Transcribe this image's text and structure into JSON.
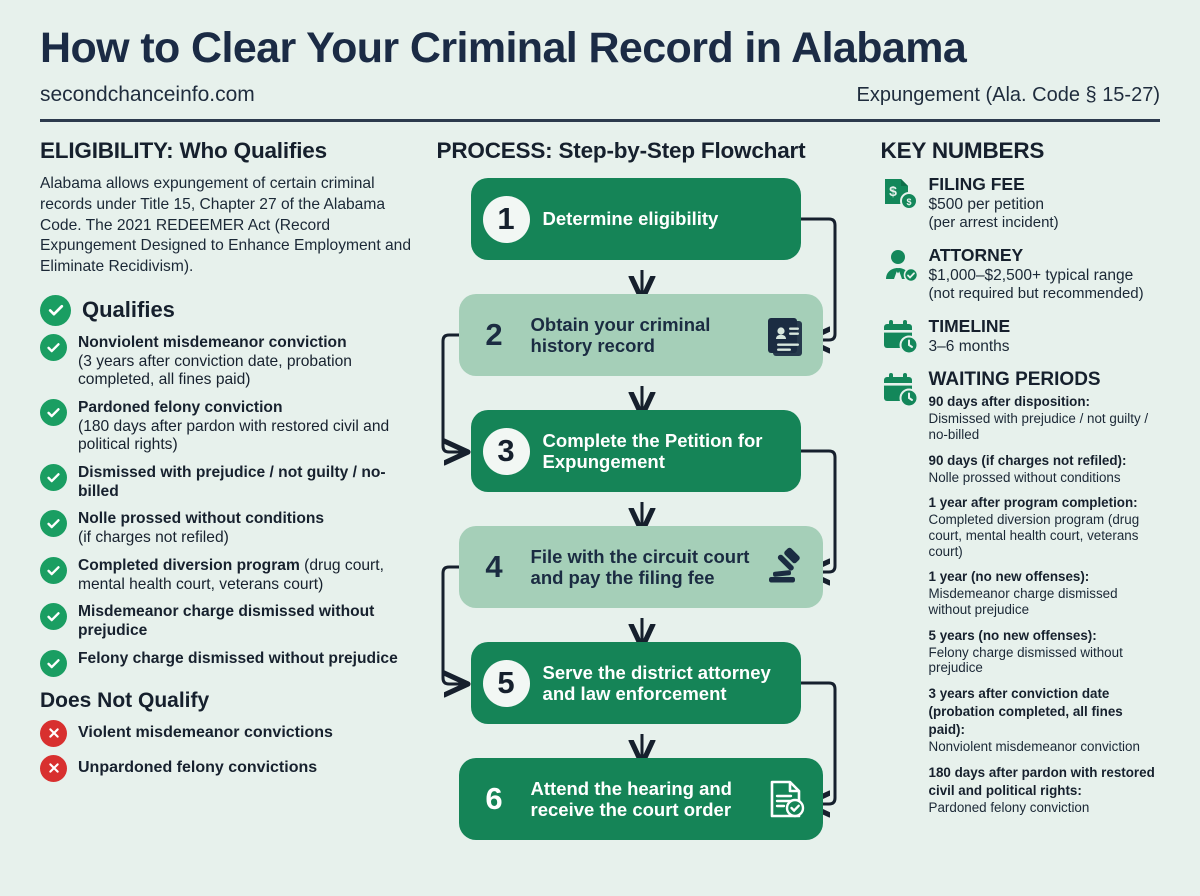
{
  "header": {
    "title": "How to Clear Your Criminal Record in Alabama",
    "site": "secondchanceinfo.com",
    "law": "Expungement (Ala. Code § 15-27)"
  },
  "eligibility": {
    "heading": "ELIGIBILITY: Who Qualifies",
    "intro": "Alabama allows expungement of certain criminal records under Title 15, Chapter 27 of the Alabama Code. The 2021 REDEEMER Act (Record Expungement Designed to Enhance Employment and Eliminate Recidivism).",
    "qualifies_label": "Qualifies",
    "qualifies": [
      {
        "main": "Nonviolent misdemeanor conviction",
        "sub": "(3 years after conviction date, probation completed, all fines paid)"
      },
      {
        "main": "Pardoned felony conviction",
        "sub": "(180 days after pardon with restored civil and political rights)"
      },
      {
        "main": "Dismissed with prejudice / not guilty / no-billed",
        "sub": ""
      },
      {
        "main": "Nolle prossed without conditions",
        "sub": "(if charges not refiled)"
      },
      {
        "main": "Completed diversion program",
        "sub": "(drug court, mental health court, veterans court)"
      },
      {
        "main": "Misdemeanor charge dismissed without prejudice",
        "sub": ""
      },
      {
        "main": "Felony charge dismissed without prejudice",
        "sub": ""
      }
    ],
    "not_qualify_label": "Does Not Qualify",
    "not_qualify": [
      "Violent misdemeanor convictions",
      "Unpardoned felony convictions"
    ]
  },
  "process": {
    "heading": "PROCESS: Step-by-Step Flowchart",
    "steps": [
      {
        "num": "1",
        "label": "Determine eligibility",
        "style": "dark",
        "icon": "none"
      },
      {
        "num": "2",
        "label": "Obtain your criminal history record",
        "style": "light",
        "icon": "id-record-icon"
      },
      {
        "num": "3",
        "label": "Complete the Petition for Expungement",
        "style": "dark",
        "icon": "none"
      },
      {
        "num": "4",
        "label": "File with the circuit court and pay the filing fee",
        "style": "light",
        "icon": "gavel-icon"
      },
      {
        "num": "5",
        "label": "Serve the district attorney and law enforcement",
        "style": "dark",
        "icon": "none"
      },
      {
        "num": "6",
        "label": "Attend the hearing and receive the court order",
        "style": "dark",
        "icon": "document-check-icon"
      }
    ]
  },
  "key_numbers": {
    "heading": "KEY NUMBERS",
    "items": [
      {
        "icon": "invoice-dollar-icon",
        "title": "FILING FEE",
        "value": "$500 per petition",
        "note": "(per arrest incident)"
      },
      {
        "icon": "attorney-icon",
        "title": "ATTORNEY",
        "value": "$1,000–$2,500+ typical range",
        "note": "(not required but recommended)"
      },
      {
        "icon": "calendar-clock-icon",
        "title": "TIMELINE",
        "value": "3–6 months",
        "note": ""
      }
    ],
    "waiting": {
      "icon": "calendar-clock-icon",
      "heading": "WAITING PERIODS",
      "entries": [
        {
          "label": "90 days after disposition:",
          "text": "Dismissed with prejudice / not guilty / no-billed"
        },
        {
          "label": "90 days (if charges not refiled):",
          "text": "Nolle prossed without conditions"
        },
        {
          "label": "1 year after program completion:",
          "text": "Completed diversion program (drug court, mental health court, veterans court)"
        },
        {
          "label": "1 year (no new offenses):",
          "text": "Misdemeanor charge dismissed without prejudice"
        },
        {
          "label": "5 years (no new offenses):",
          "text": "Felony charge dismissed without prejudice"
        },
        {
          "label": "3 years after conviction date (probation completed, all fines paid):",
          "text": "Nonviolent misdemeanor conviction"
        },
        {
          "label": "180 days after pardon with restored civil and political rights:",
          "text": "Pardoned felony conviction"
        }
      ]
    }
  },
  "colors": {
    "background": "#e7f1ec",
    "dark_green": "#158457",
    "light_green": "#a5cfb8",
    "navy": "#1b2b45",
    "check_green": "#1a9e62",
    "x_red": "#d8302f"
  }
}
